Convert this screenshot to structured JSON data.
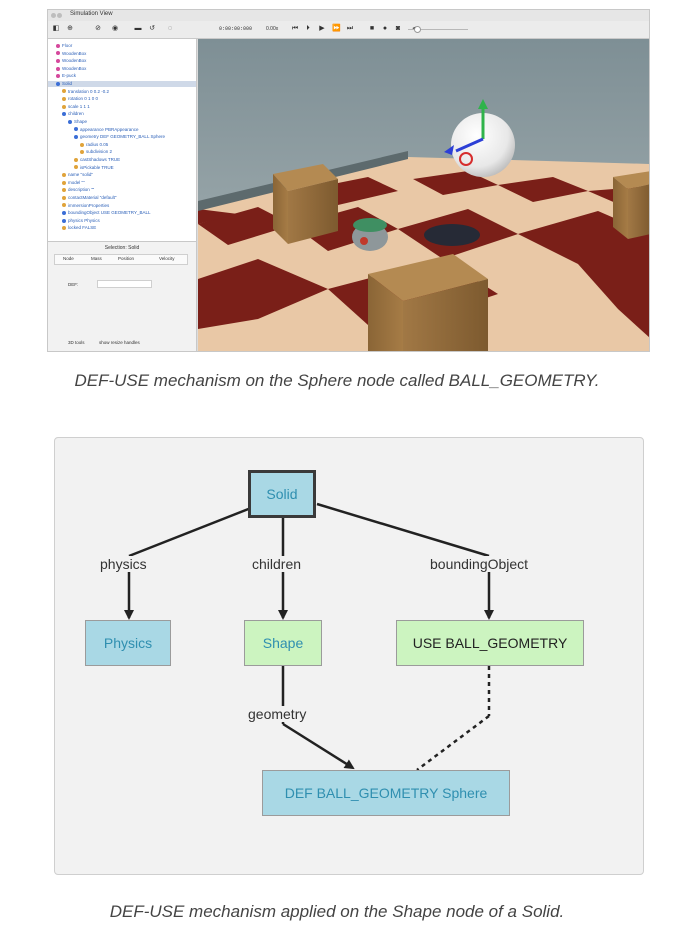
{
  "screenshot": {
    "window_title": "Simulation View",
    "timer": "0:00:00:000",
    "speed": "0.00x",
    "scene_tree": [
      {
        "label": "Floor",
        "indent": 1,
        "color": "#d5489c"
      },
      {
        "label": "WoodenBox",
        "indent": 1,
        "color": "#d5489c"
      },
      {
        "label": "WoodenBox",
        "indent": 1,
        "color": "#d5489c"
      },
      {
        "label": "WoodenBox",
        "indent": 1,
        "color": "#d5489c"
      },
      {
        "label": "E-puck",
        "indent": 1,
        "color": "#d5489c"
      },
      {
        "label": "Solid",
        "indent": 1,
        "color": "#3b6ed6",
        "selected": true
      },
      {
        "label": "translation 0 0.2 -0.2",
        "indent": 2,
        "color": "#e0a33a"
      },
      {
        "label": "rotation 0 1 0 0",
        "indent": 2,
        "color": "#e0a33a"
      },
      {
        "label": "scale 1 1 1",
        "indent": 2,
        "color": "#e0a33a"
      },
      {
        "label": "children",
        "indent": 2,
        "color": "#3b6ed6"
      },
      {
        "label": "Shape",
        "indent": 3,
        "color": "#3b6ed6"
      },
      {
        "label": "appearance PBRAppearance",
        "indent": 4,
        "color": "#3b6ed6"
      },
      {
        "label": "geometry DEF GEOMETRY_BALL Sphere",
        "indent": 4,
        "color": "#3b6ed6"
      },
      {
        "label": "radius 0.05",
        "indent": 5,
        "color": "#e0a33a"
      },
      {
        "label": "subdivision 2",
        "indent": 5,
        "color": "#e0a33a"
      },
      {
        "label": "castShadows TRUE",
        "indent": 4,
        "color": "#e0a33a"
      },
      {
        "label": "isPickable TRUE",
        "indent": 4,
        "color": "#e0a33a"
      },
      {
        "label": "name \"solid\"",
        "indent": 2,
        "color": "#e0a33a"
      },
      {
        "label": "model \"\"",
        "indent": 2,
        "color": "#e0a33a"
      },
      {
        "label": "description \"\"",
        "indent": 2,
        "color": "#e0a33a"
      },
      {
        "label": "contactMaterial \"default\"",
        "indent": 2,
        "color": "#e0a33a"
      },
      {
        "label": "immersionProperties",
        "indent": 2,
        "color": "#e0a33a"
      },
      {
        "label": "boundingObject USE GEOMETRY_BALL",
        "indent": 2,
        "color": "#3b6ed6"
      },
      {
        "label": "physics Physics",
        "indent": 2,
        "color": "#3b6ed6"
      },
      {
        "label": "locked FALSE",
        "indent": 2,
        "color": "#e0a33a"
      }
    ],
    "selection_title": "Selection: Solid",
    "selection_tabs": [
      "Node",
      "Mass",
      "Position",
      "Velocity"
    ],
    "def_label": "DEF:",
    "def_value": "",
    "tools_label": "3D tools",
    "resize_handles_label": "show resize handles"
  },
  "caption1": "DEF-USE mechanism on the Sphere node called BALL_GEOMETRY.",
  "diagram": {
    "root": "Solid",
    "physics_edge": "physics",
    "children_edge": "children",
    "bounding_edge": "boundingObject",
    "geometry_edge": "geometry",
    "physics_node": "Physics",
    "shape_node": "Shape",
    "use_node": "USE BALL_GEOMETRY",
    "def_node": "DEF BALL_GEOMETRY Sphere"
  },
  "caption2": "DEF-USE mechanism applied on the Shape node of a Solid.",
  "colors": {
    "node_blue": "#a9d8e5",
    "node_green": "#ccf4c0",
    "node_text": "#2f8fb0",
    "edge": "#222222"
  }
}
